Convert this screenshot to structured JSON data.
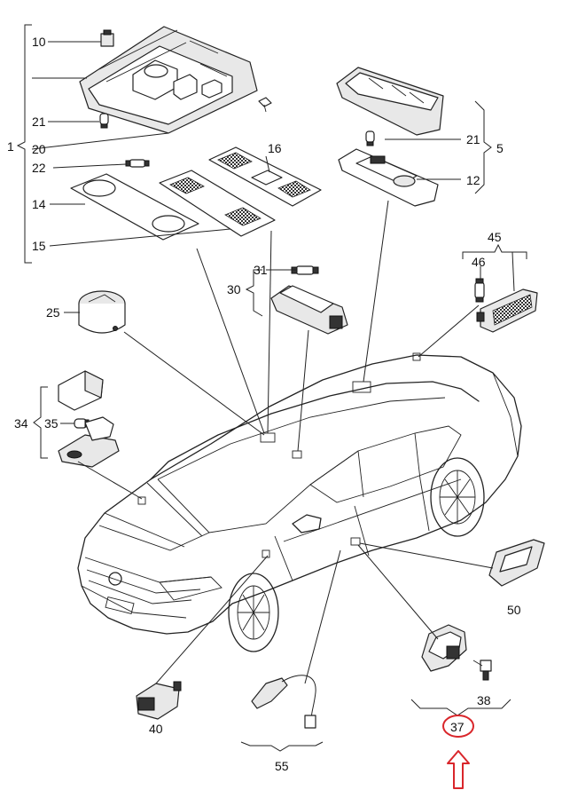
{
  "labels": {
    "p1": "1",
    "p5": "5",
    "p10": "10",
    "p12": "12",
    "p14": "14",
    "p15": "15",
    "p16": "16",
    "p20": "20",
    "p21a": "21",
    "p21b": "21",
    "p22": "22",
    "p25": "25",
    "p30": "30",
    "p31": "31",
    "p34": "34",
    "p35": "35",
    "p37": "37",
    "p38": "38",
    "p40": "40",
    "p45": "45",
    "p46": "46",
    "p50": "50",
    "p55": "55"
  },
  "highlight": {
    "part": "37",
    "color": "#d9262b"
  }
}
